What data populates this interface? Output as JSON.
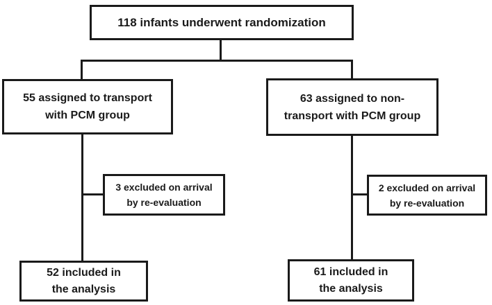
{
  "flow": {
    "enrollment": {
      "count": 118,
      "lines": [
        "118 infants underwent randomization"
      ]
    },
    "transport_arm": {
      "assigned": {
        "count": 55,
        "lines": [
          "55 assigned to transport",
          "with PCM group"
        ]
      },
      "excluded": {
        "count": 3,
        "lines": [
          "3 excluded on arrival",
          "by re-evaluation"
        ]
      },
      "analyzed": {
        "count": 52,
        "lines": [
          "52 included in",
          "the analysis"
        ]
      }
    },
    "non_transport_arm": {
      "assigned": {
        "count": 63,
        "lines": [
          "63 assigned to non-",
          "transport with PCM group"
        ]
      },
      "excluded": {
        "count": 2,
        "lines": [
          "2 excluded on arrival",
          "by re-evaluation"
        ]
      },
      "analyzed": {
        "count": 61,
        "lines": [
          "61 included in",
          "the analysis"
        ]
      }
    },
    "colors": {
      "line": "#1a1a1a",
      "text": "#1a1a1a",
      "background": "#ffffff"
    }
  }
}
